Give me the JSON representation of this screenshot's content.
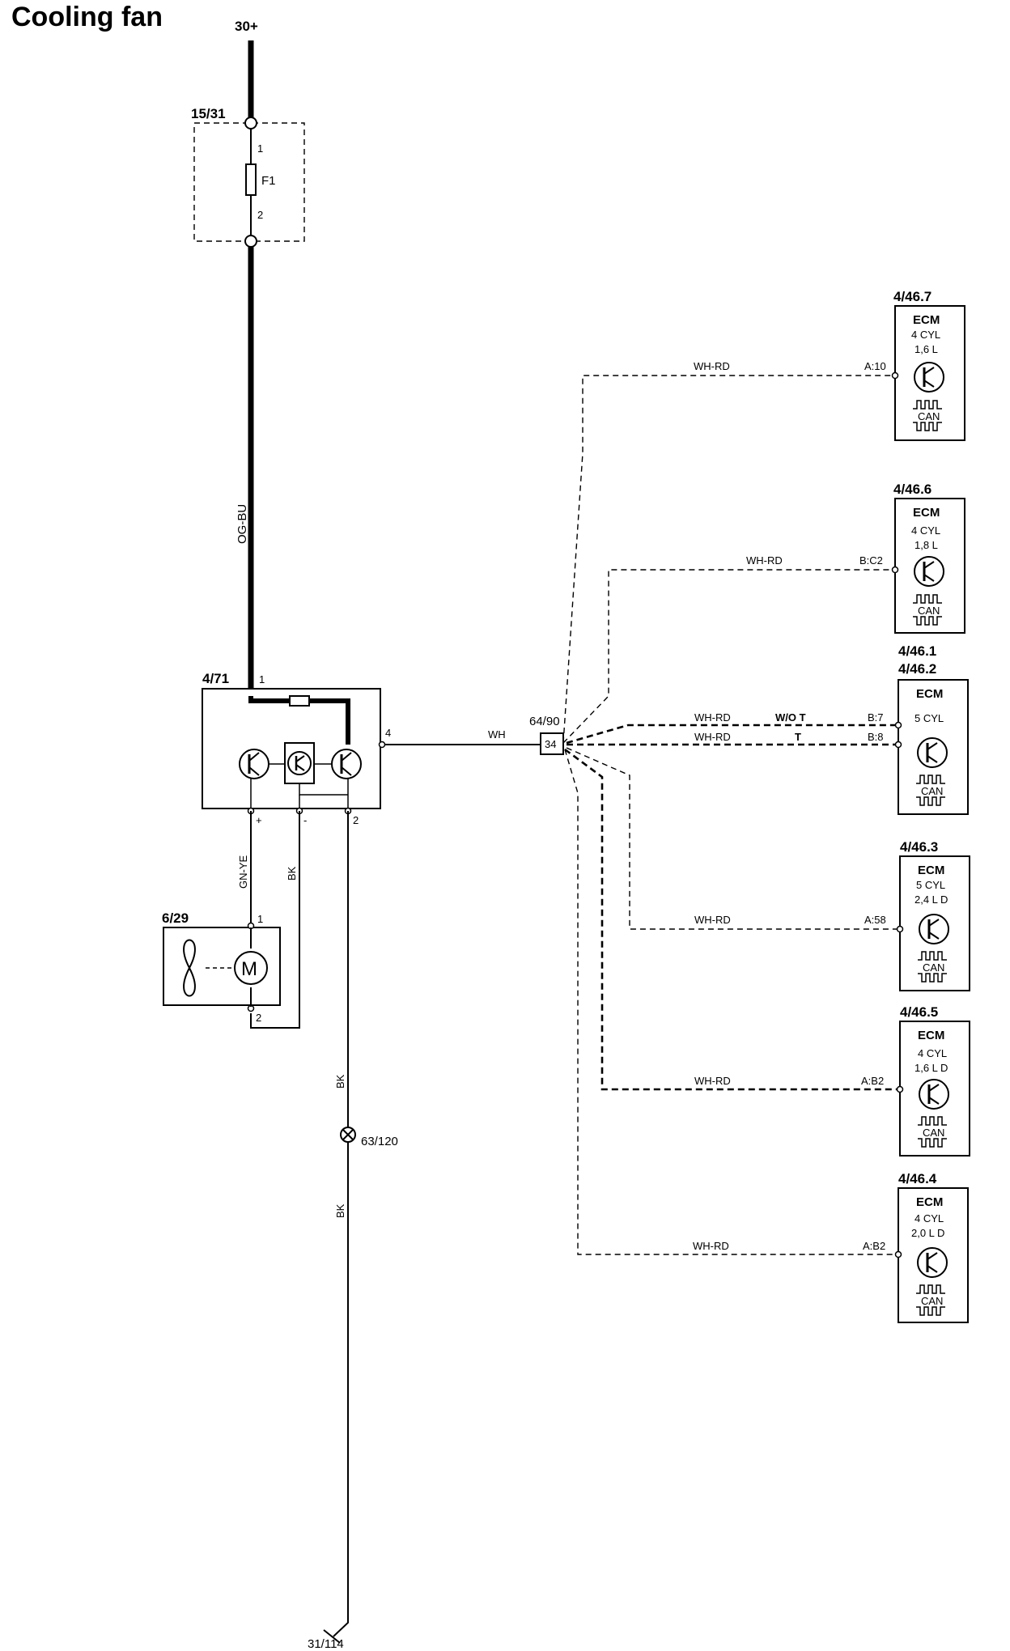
{
  "title": "Cooling fan",
  "supply": "30+",
  "fuse_box": {
    "ref": "15/31",
    "fuse": "F1",
    "pin_top": "1",
    "pin_bottom": "2"
  },
  "main_wire_color": "OG-BU",
  "control_module": {
    "ref": "4/71",
    "pin_1": "1",
    "pin_4": "4",
    "pin_plus": "+",
    "pin_minus": "-",
    "pin_2": "2"
  },
  "signal_wire_color": "WH",
  "connector": {
    "ref": "64/90",
    "pin": "34"
  },
  "fan_motor": {
    "ref": "6/29",
    "pin_1": "1",
    "pin_2": "2",
    "wire_plus": "GN-YE",
    "wire_minus": "BK",
    "motor_symbol": "M"
  },
  "ground_wire": {
    "upper": "BK",
    "lower": "BK",
    "splice": "63/120",
    "ground": "31/114"
  },
  "ecms": [
    {
      "ref": "4/46.7",
      "ref2": "",
      "title": "ECM",
      "line1": "4 CYL",
      "line2": "1,6 L",
      "pin": "A:10",
      "wire": "WH-RD",
      "variant": ""
    },
    {
      "ref": "4/46.6",
      "ref2": "",
      "title": "ECM",
      "line1": "4 CYL",
      "line2": "1,8 L",
      "pin": "B:C2",
      "wire": "WH-RD",
      "variant": ""
    },
    {
      "ref": "4/46.1",
      "ref2": "4/46.2",
      "title": "ECM",
      "line1": "5 CYL",
      "line2": "",
      "pin": "B:7",
      "wire": "WH-RD",
      "variant": "W/O T",
      "pin_b": "B:8",
      "wire_b": "WH-RD",
      "variant_b": "T"
    },
    {
      "ref": "4/46.3",
      "ref2": "",
      "title": "ECM",
      "line1": "5 CYL",
      "line2": "2,4 L D",
      "pin": "A:58",
      "wire": "WH-RD",
      "variant": ""
    },
    {
      "ref": "4/46.5",
      "ref2": "",
      "title": "ECM",
      "line1": "4 CYL",
      "line2": "1,6 L D",
      "pin": "A:B2",
      "wire": "WH-RD",
      "variant": ""
    },
    {
      "ref": "4/46.4",
      "ref2": "",
      "title": "ECM",
      "line1": "4 CYL",
      "line2": "2,0 L D",
      "pin": "A:B2",
      "wire": "WH-RD",
      "variant": ""
    }
  ],
  "can_label": "CAN"
}
